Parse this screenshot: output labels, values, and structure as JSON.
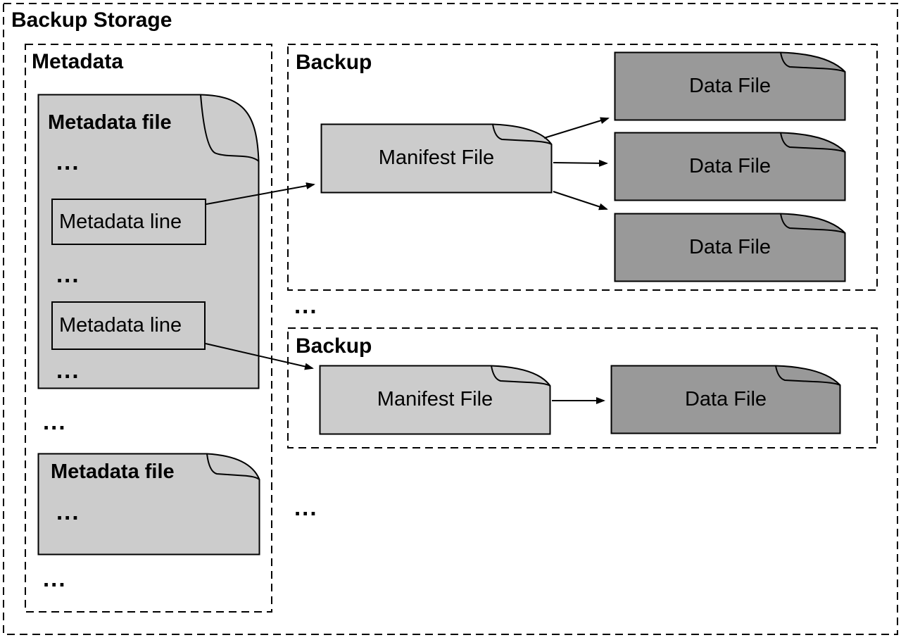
{
  "colors": {
    "light_doc": "#cccccc",
    "dark_doc": "#999999",
    "stroke": "#000000",
    "background": "#ffffff"
  },
  "outer": {
    "title": "Backup Storage"
  },
  "metadata": {
    "title": "Metadata",
    "file1": {
      "title": "Metadata file",
      "ellipsis1": "...",
      "line1": "Metadata line",
      "ellipsis2": "...",
      "line2": "Metadata line",
      "ellipsis3": "..."
    },
    "ellipsis_between_files": "...",
    "file2": {
      "title": "Metadata file",
      "ellipsis": "..."
    },
    "ellipsis_after_files": "..."
  },
  "backup1": {
    "title": "Backup",
    "manifest": "Manifest File",
    "data_files": [
      "Data File",
      "Data File",
      "Data File"
    ]
  },
  "ellipsis_between_backups": "...",
  "backup2": {
    "title": "Backup",
    "manifest": "Manifest File",
    "data_files": [
      "Data File"
    ]
  },
  "ellipsis_after_backups": "..."
}
